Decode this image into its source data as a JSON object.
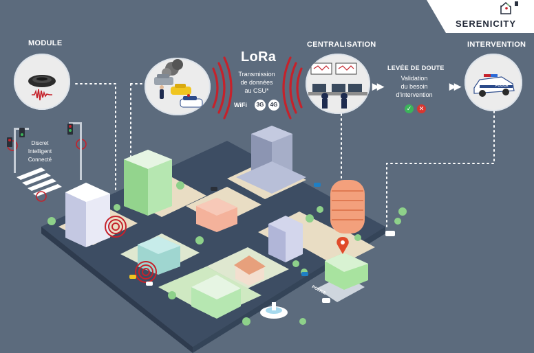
{
  "brand": {
    "name": "SERENICITY"
  },
  "steps": {
    "module": "MODULE",
    "centralisation": "CENTRALISATION",
    "levee": "LEVÉE DE DOUTE",
    "levee_desc": [
      "Validation",
      "du besoin",
      "d'intervention"
    ],
    "intervention": "INTERVENTION"
  },
  "lora": {
    "logo": "LoRa",
    "desc": [
      "Transmission",
      "de données",
      "au CSU*"
    ],
    "networks": [
      "WiFi",
      "3G",
      "4G"
    ]
  },
  "features": [
    "Discret",
    "Intelligent",
    "Connecté"
  ],
  "labels": {
    "police_car": "POLICE",
    "police_street": "POLICE"
  },
  "colors": {
    "background": "#5c6b7d",
    "street": "#3d4d63",
    "block": "#e9ddc4",
    "accent_red": "#c5222b",
    "accent_green": "#8ed18a",
    "dots": "#ffffff"
  },
  "icons": [
    "waveform-icon",
    "check-icon",
    "cross-icon",
    "chevron-right-icon",
    "location-pin-icon",
    "traffic-light-icon"
  ]
}
